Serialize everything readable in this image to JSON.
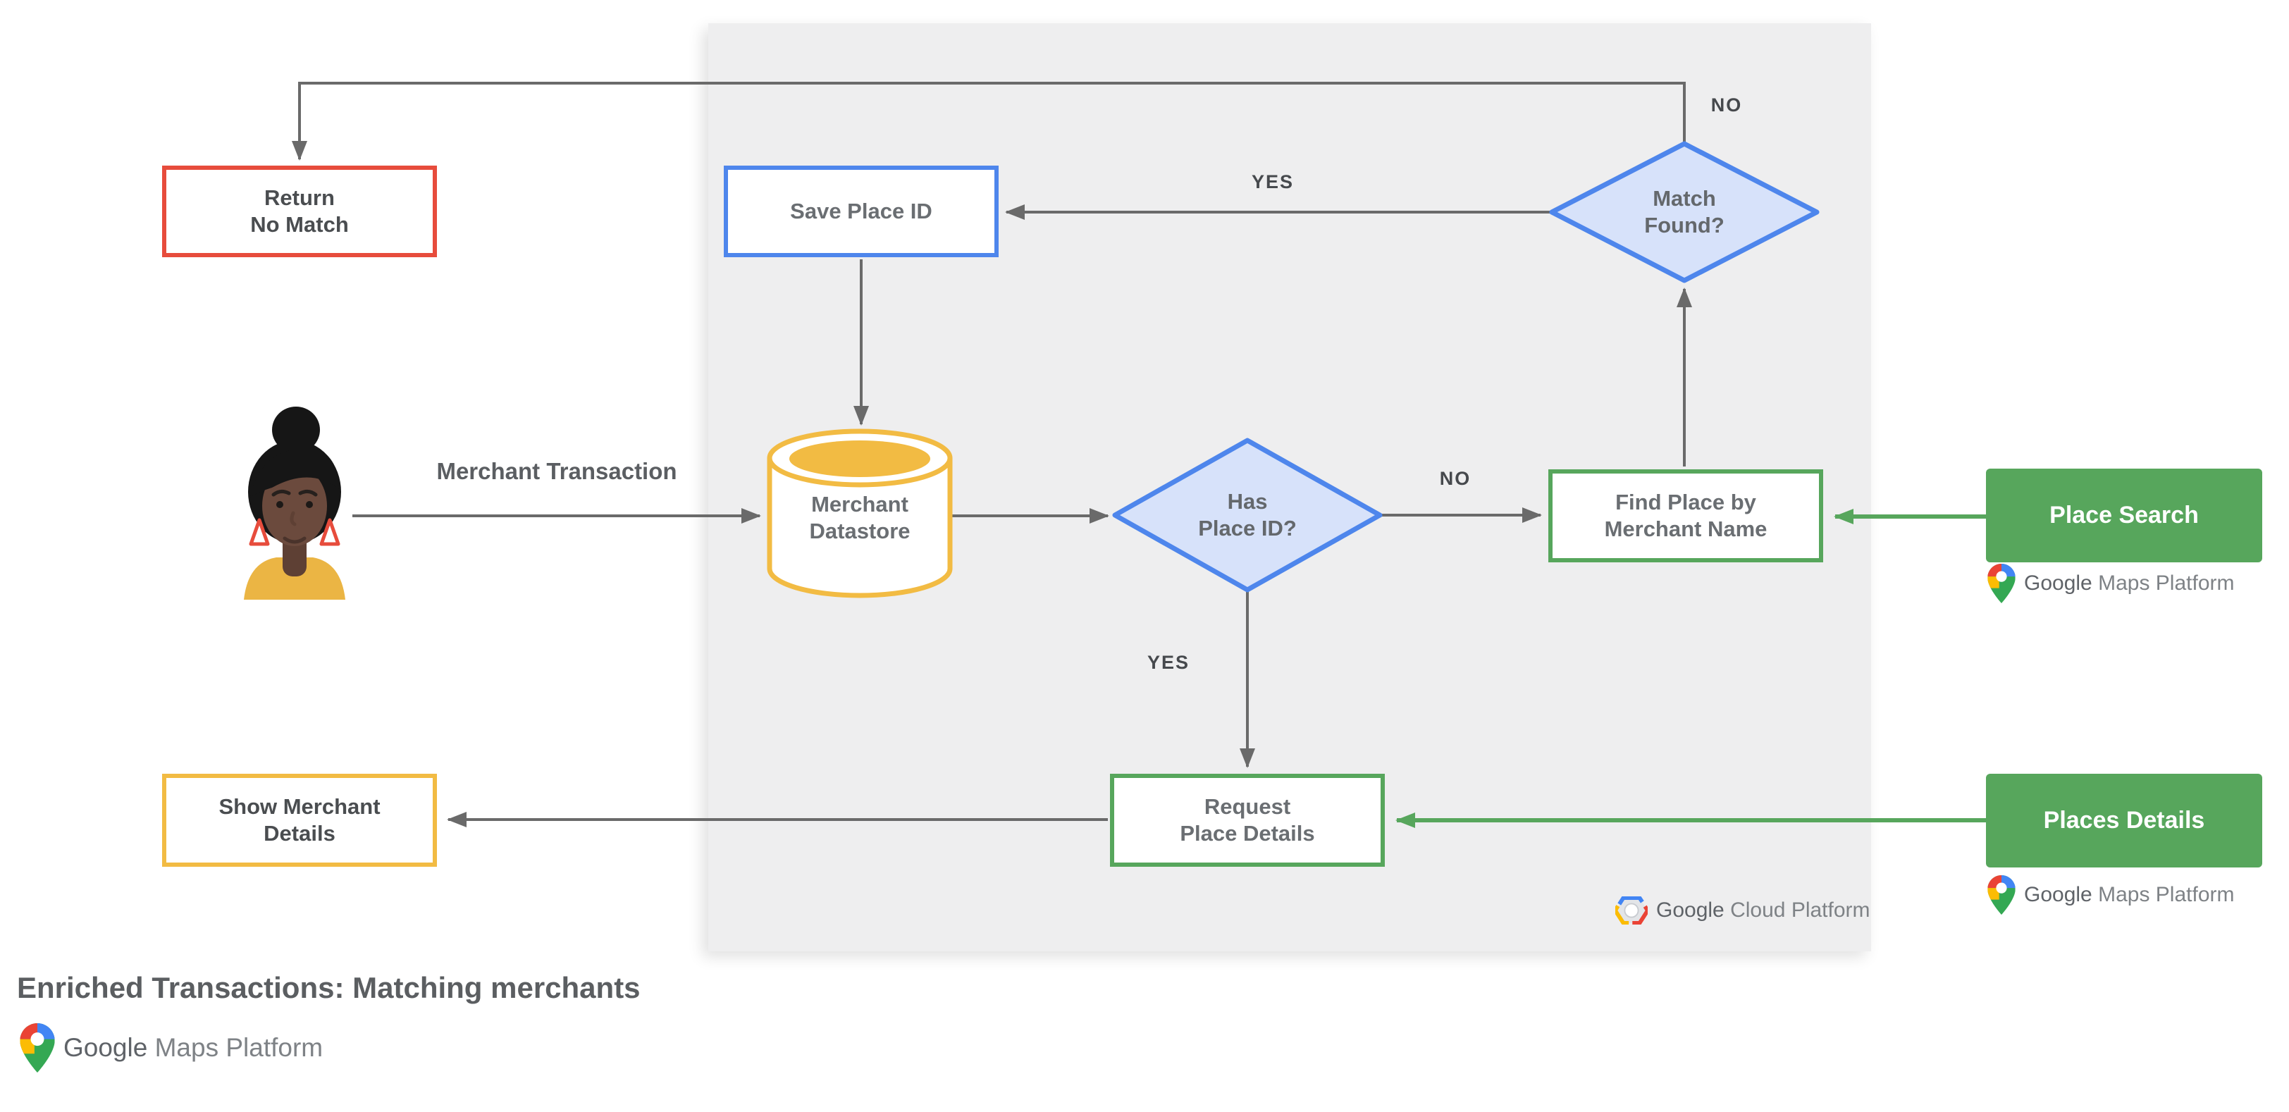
{
  "title": {
    "text": "Enriched Transactions: Matching merchants"
  },
  "nodes": {
    "return_no_match": {
      "line1": "Return",
      "line2": "No Match",
      "border_color": "#E74C3C"
    },
    "save_place_id": {
      "line1": "Save Place ID",
      "border_color": "#4E86EC"
    },
    "match_found": {
      "line1": "Match",
      "line2": "Found?",
      "border_color": "#4E86EC",
      "fill_color": "#D7E2FA"
    },
    "merchant_datastore": {
      "line1": "Merchant",
      "line2": "Datastore",
      "border_color": "#F2BB43"
    },
    "has_place_id": {
      "line1": "Has",
      "line2": "Place ID?",
      "border_color": "#4E86EC",
      "fill_color": "#D7E2FA"
    },
    "find_place_by_merchant_name": {
      "line1": "Find Place by",
      "line2": "Merchant Name",
      "border_color": "#57A65C"
    },
    "place_search": {
      "line1": "Place Search",
      "fill_color": "#57A65C"
    },
    "request_place_details": {
      "line1": "Request",
      "line2": "Place Details",
      "border_color": "#57A65C"
    },
    "show_merchant_details": {
      "line1": "Show Merchant",
      "line2": "Details",
      "border_color": "#F2BB43"
    },
    "places_details": {
      "line1": "Places Details",
      "fill_color": "#57A65C"
    }
  },
  "edge_labels": {
    "merchant_transaction": "Merchant Transaction",
    "no_top": "NO",
    "yes_top": "YES",
    "no_mid": "NO",
    "yes_mid": "YES"
  },
  "logos": {
    "gcp": {
      "brand": "Google",
      "rest": "Cloud Platform"
    },
    "gmp_place_search": {
      "brand": "Google",
      "rest": "Maps Platform"
    },
    "gmp_places_details": {
      "brand": "Google",
      "rest": "Maps Platform"
    },
    "gmp_footer": {
      "brand": "Google",
      "rest": "Maps Platform"
    }
  },
  "colors": {
    "red": "#E74C3C",
    "blue": "#4E86EC",
    "blue_fill": "#D7E2FA",
    "yellow": "#F2BB43",
    "green": "#57A65C",
    "panel_gray": "#EEEEEF",
    "arrow_gray": "#6A6A6A",
    "text_gray": "#6A6E72"
  }
}
